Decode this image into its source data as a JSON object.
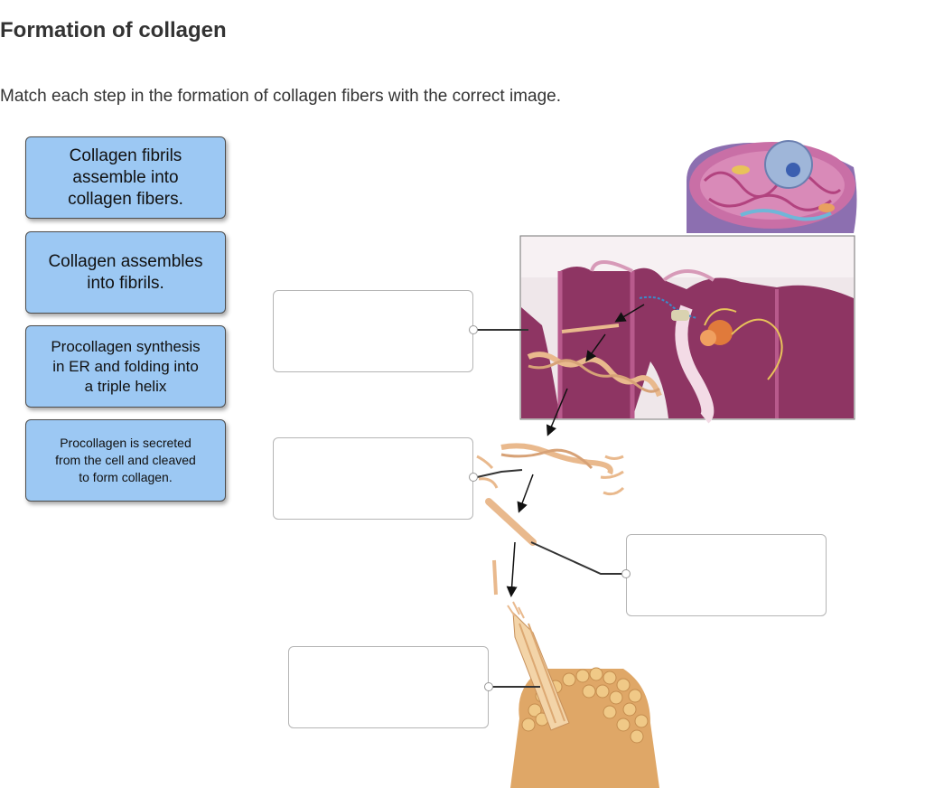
{
  "page": {
    "title": "Formation of collagen",
    "instructions": "Match each step in the formation of collagen fibers with the correct image."
  },
  "cards": [
    {
      "lines": [
        "Collagen fibrils",
        "assemble into",
        "collagen fibers."
      ]
    },
    {
      "lines": [
        "Collagen assembles",
        "into fibrils."
      ]
    },
    {
      "lines": [
        "Procollagen synthesis",
        "in ER and folding into",
        "a triple helix"
      ]
    },
    {
      "lines": [
        "Procollagen is secreted",
        "from the cell and cleaved",
        "to form collagen."
      ]
    }
  ],
  "drop_targets": [
    {
      "value": ""
    },
    {
      "value": ""
    },
    {
      "value": ""
    },
    {
      "value": ""
    }
  ],
  "colors": {
    "card_fill": "#9cc8f3",
    "membrane": "#8e3563",
    "collagen": "#e9b98d",
    "nucleus": "#3b5fb0"
  },
  "icons": [
    "cell-illustration",
    "endoplasmic-reticulum-illustration",
    "triple-helix-illustration",
    "fibril-illustration",
    "collagen-fiber-bundle-illustration",
    "arrow-icon",
    "leader-line"
  ]
}
